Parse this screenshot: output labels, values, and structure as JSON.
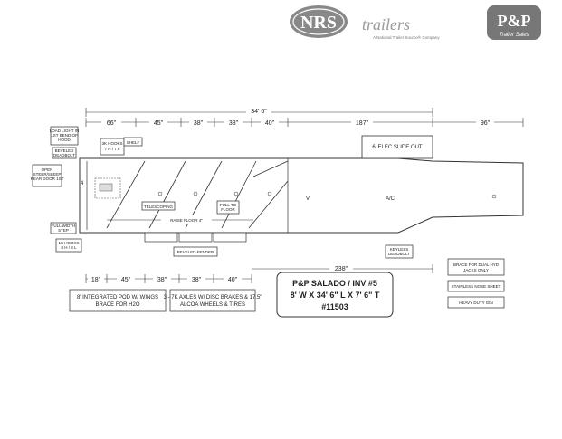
{
  "logo": {
    "nrs": "NRS",
    "trailers": "trailers",
    "tagline": "A National Trailer Source® Company",
    "pp": "P&P",
    "pp_sub": "Trailer Sales"
  },
  "dimensions": {
    "overall": "34' 6\"",
    "top_segments": [
      "66\"",
      "45\"",
      "38\"",
      "38\"",
      "40\"",
      "187\"",
      "96\""
    ],
    "bottom_segments": [
      "18\"",
      "45\"",
      "38\"",
      "38\"",
      "40\""
    ],
    "slide_bottom": "238\""
  },
  "labels": {
    "load_light": "LOAD LIGHT IN 1ST BEND OF HOOD",
    "beveled_deadbolt": "BEVELED DEADBOLT",
    "hooks_top": "3K HOOKS 7 H / 7 L",
    "shelf": "SHELF",
    "open_steer": "OPEN STEER/SLEEP REAR DOOR 1ST",
    "full_width_step": "FULL WIDTH STEP",
    "hooks_bottom": "1K HOOKS 8 H / 8 L",
    "telescoping": "TELESCOPING",
    "full_to_floor": "FULL TO FLOOR",
    "raise_floor": "RAISE FLOOR 4\"",
    "beveled_fender": "BEVELED FENDER",
    "slide_out": "6' ELEC SLIDE OUT",
    "v": "V",
    "ac": "A/C",
    "keyless_deadbolt": "KEYLESS DEADBOLT"
  },
  "notes": {
    "pod": "8' INTEGRATED POD W/ WINGS BRACE FOR H2O",
    "axles": "3 - 7K AXLES W/ DISC BRAKES & 17.5\" ALCOA WHEELS & TIRES",
    "brace_hyd": "BRACE FOR DUAL HYD JACKS ONLY",
    "stainless": "STAINLESS NOSE SHEET",
    "gin": "HEAVY DUTY GIN"
  },
  "title_block": {
    "line1": "P&P SALADO / INV #5",
    "line2": "8' W X 34' 6\" L X 7' 6\" T",
    "line3": "#11503"
  }
}
